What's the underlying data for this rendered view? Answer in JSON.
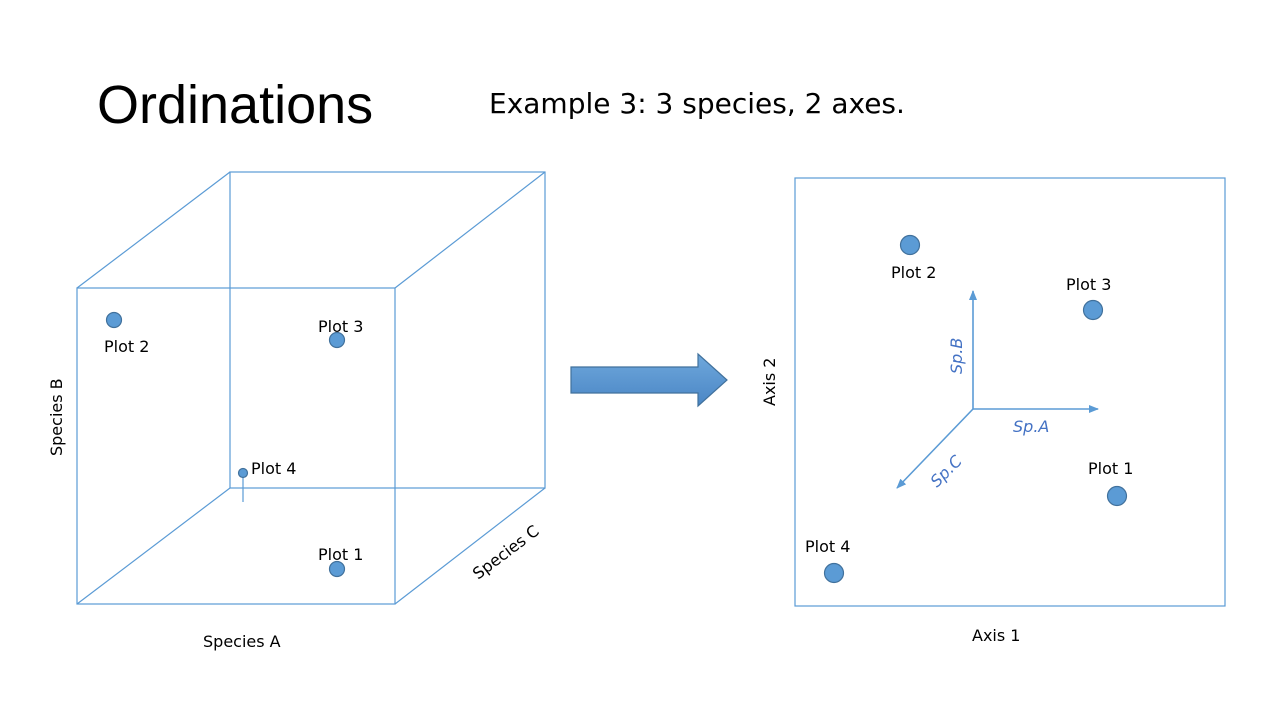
{
  "title": "Ordinations",
  "subtitle": "Example 3: 3 species, 2 axes.",
  "colors": {
    "accent": "#5B9BD5",
    "point_stroke": "#41719C",
    "vector_label": "#4472C4"
  },
  "cube_diagram": {
    "axes": {
      "x_label": "Species A",
      "y_label": "Species B",
      "z_label": "Species C"
    },
    "plots": [
      {
        "label": "Plot 1"
      },
      {
        "label": "Plot 2"
      },
      {
        "label": "Plot 3"
      },
      {
        "label": "Plot 4"
      }
    ]
  },
  "transform_arrow": {
    "icon": "right-arrow-icon"
  },
  "ordination_diagram": {
    "axes": {
      "x_label": "Axis 1",
      "y_label": "Axis 2"
    },
    "plots": [
      {
        "label": "Plot 1"
      },
      {
        "label": "Plot 2"
      },
      {
        "label": "Plot 3"
      },
      {
        "label": "Plot 4"
      }
    ],
    "species_vectors": [
      {
        "label": "Sp.A"
      },
      {
        "label": "Sp.B"
      },
      {
        "label": "Sp.C"
      }
    ]
  }
}
